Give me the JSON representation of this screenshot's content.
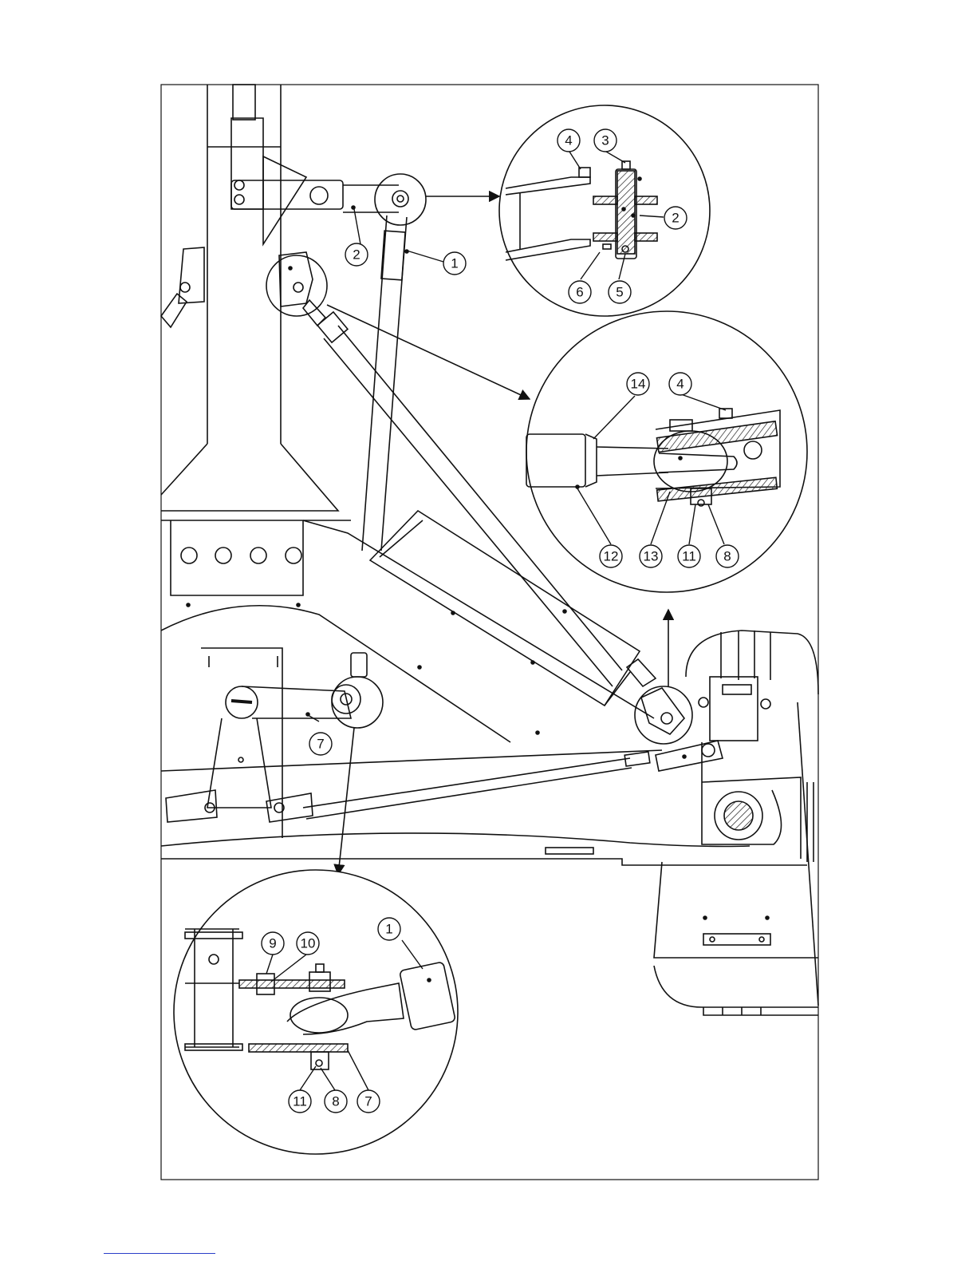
{
  "diagram": {
    "colors": {
      "line": "#111111",
      "fill": "#ffffff",
      "hatch": "#222222",
      "link": "#2a3fc9"
    },
    "callouts": {
      "top_detail": [
        "4",
        "3",
        "2",
        "1",
        "6",
        "5"
      ],
      "main_view": [
        "2",
        "7"
      ],
      "middle_detail": [
        "14",
        "4",
        "12",
        "13",
        "11",
        "8"
      ],
      "bottom_detail": [
        "9",
        "10",
        "1",
        "11",
        "8",
        "7"
      ]
    }
  }
}
